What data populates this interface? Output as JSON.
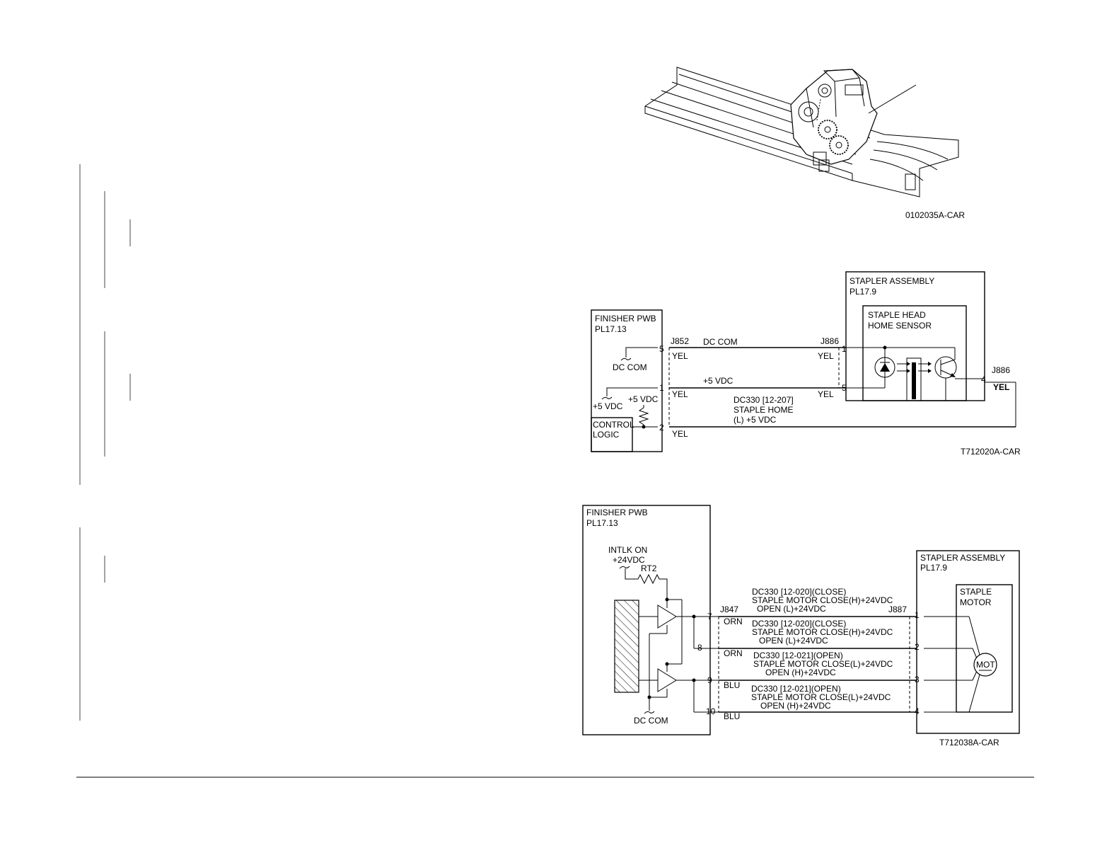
{
  "figure_ids": {
    "illustration": "0102035A-CAR",
    "sensor_circuit": "T712020A-CAR",
    "motor_circuit": "T712038A-CAR"
  },
  "sensor_circuit": {
    "finisher_title": "FINISHER PWB",
    "finisher_plate": "PL17.13",
    "connector_left": "J852",
    "connector_right": "J886",
    "connector_sensor_out": "J886",
    "dc_com_line": "DC COM",
    "vdc_line": "+5 VDC",
    "dc_com_ground": "DC COM",
    "vdc_source": "+5 VDC",
    "vdc_pullup": "+5 VDC",
    "control_logic_1": "CONTROL",
    "control_logic_2": "LOGIC",
    "wire_color": "YEL",
    "wire_color_bold": "YEL",
    "pins": {
      "p5": "5",
      "p1": "1",
      "p2": "2",
      "r1": "1",
      "r5": "5",
      "r4": "4"
    },
    "signal_1": "DC330 [12-207]",
    "signal_2": "STAPLE HOME",
    "signal_3": "(L) +5 VDC",
    "stapler_title": "STAPLER ASSEMBLY",
    "stapler_plate": "PL17.9",
    "sensor_title_1": "STAPLE HEAD",
    "sensor_title_2": "HOME SENSOR"
  },
  "motor_circuit": {
    "finisher_title": "FINISHER PWB",
    "finisher_plate": "PL17.13",
    "intlk_1": "INTLK ON",
    "intlk_2": "+24VDC",
    "resistor": "RT2",
    "dc_com": "DC COM",
    "connector_left": "J847",
    "connector_right": "J887",
    "wire_orn": "ORN",
    "wire_blu": "BLU",
    "pins_left": [
      "7",
      "8",
      "9",
      "10"
    ],
    "pins_right": [
      "1",
      "2",
      "3",
      "4"
    ],
    "sig_close_title": "DC330 [12-020](CLOSE)",
    "sig_close_a": "STAPLE MOTOR CLOSE(H)+24VDC",
    "sig_close_b": "OPEN (L)+24VDC",
    "sig_open_title": "DC330 [12-021](OPEN)",
    "sig_open_a": "STAPLE MOTOR CLOSE(L)+24VDC",
    "sig_open_b": "OPEN (H)+24VDC",
    "stapler_title": "STAPLER ASSEMBLY",
    "stapler_plate": "PL17.9",
    "motor_title_1": "STAPLE",
    "motor_title_2": "MOTOR",
    "motor_symbol": "MOT"
  }
}
